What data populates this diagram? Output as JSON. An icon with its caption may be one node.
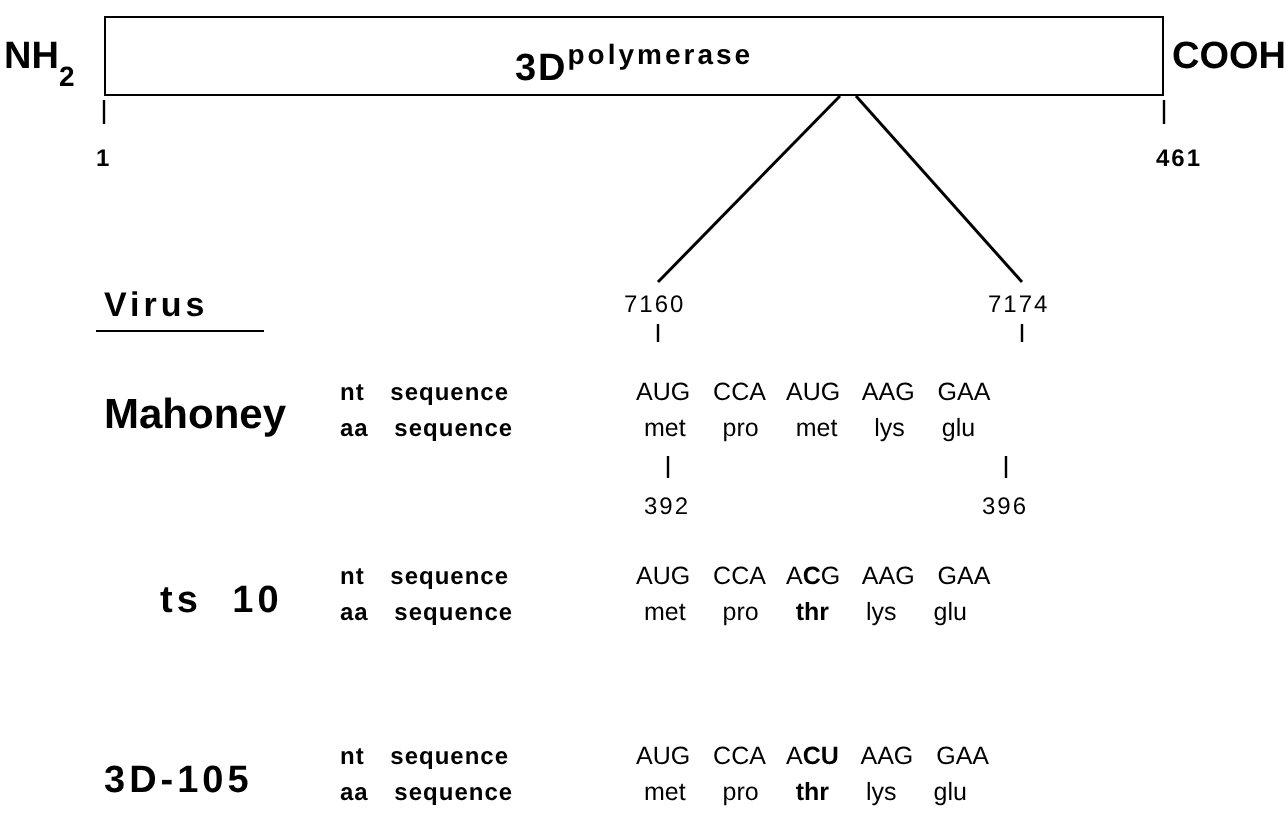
{
  "diagram": {
    "nodes": [
      {
        "text": [
          "3D$^{polymerase}$"
        ],
        "beside": [
          "NH$_{2}$",
          "COOH"
        ]
      },
      {
        "text": [
          "7160"
        ]
      },
      {
        "text": [
          "7174"
        ]
      }
    ],
    "edges": [
      {
        "from": 0,
        "to": 1,
        "arrow": "none"
      },
      {
        "from": 0,
        "to": 2,
        "arrow": "none"
      }
    ],
    "labels": [
      "1",
      "461",
      "Virus",
      "Mahoney",
      "nt sequence",
      "aa sequence",
      "AUG CCA AUG AAG GAA",
      "met pro met lys glu",
      "392",
      "396",
      "ts 10",
      "nt sequence",
      "aa sequence",
      "AUG CCA A**C**G AAG GAA",
      "met pro **thr** lys glu",
      "3D-105",
      "nt sequence",
      "aa sequence",
      "AUG CCA A**CU** AAG GAA",
      "met pro **thr** lys glu"
    ]
  }
}
